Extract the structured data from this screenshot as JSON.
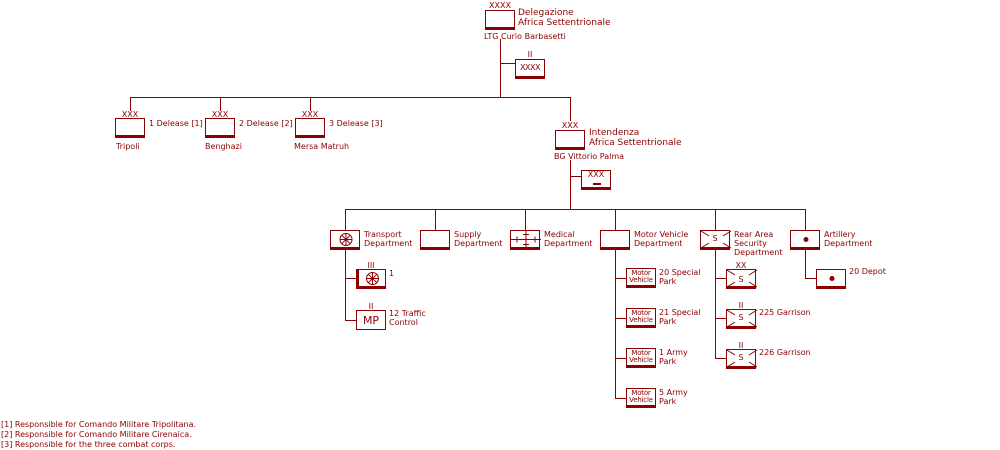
{
  "top": {
    "echelon": "XXXX",
    "name_line1": "Delegazione",
    "name_line2": "Africa Settentrionale",
    "commander": "LTG  Curio Barbasetti",
    "hq_echelon": "II",
    "hq_inner": "XXXX"
  },
  "deleases": [
    {
      "echelon": "XXX",
      "label": "1 Delease [1]",
      "place": "Tripoli"
    },
    {
      "echelon": "XXX",
      "label": "2 Delease [2]",
      "place": "Benghazi"
    },
    {
      "echelon": "XXX",
      "label": "3 Delease [3]",
      "place": "Mersa Matruh"
    }
  ],
  "intendenza": {
    "echelon": "XXX",
    "name_line1": "Intendenza",
    "name_line2": "Africa Settentrionale",
    "commander": "BG  Vittorio Palma",
    "hq_inner": "XXX"
  },
  "departments": {
    "transport": {
      "line1": "Transport",
      "line2": "Department"
    },
    "supply": {
      "line1": "Supply",
      "line2": "Department"
    },
    "medical": {
      "line1": "Medical",
      "line2": "Department"
    },
    "motor": {
      "line1": "Motor Vehicle",
      "line2": "Department"
    },
    "rear": {
      "line1": "Rear Area",
      "line2": "Security",
      "line3": "Department",
      "inner": "S"
    },
    "artillery": {
      "line1": "Artillery",
      "line2": "Department"
    }
  },
  "transport_units": [
    {
      "echelon": "III",
      "label": "1"
    },
    {
      "echelon": "II",
      "inner": "MP",
      "line1": "12 Traffic",
      "line2": "Control"
    }
  ],
  "motor_parks": [
    {
      "top": "Motor",
      "bottom": "Vehicle",
      "line1": "20 Special",
      "line2": "Park"
    },
    {
      "top": "Motor",
      "bottom": "Vehicle",
      "line1": "21 Special",
      "line2": "Park"
    },
    {
      "top": "Motor",
      "bottom": "Vehicle",
      "line1": "1 Army",
      "line2": "Park"
    },
    {
      "top": "Motor",
      "bottom": "Vehicle",
      "line1": "5 Army",
      "line2": "Park"
    }
  ],
  "rear_units": [
    {
      "echelon": "XX",
      "inner": "S",
      "label": ""
    },
    {
      "echelon": "II",
      "inner": "S",
      "label": "225 Garrison"
    },
    {
      "echelon": "II",
      "inner": "S",
      "label": "226 Garrison"
    }
  ],
  "artillery_units": [
    {
      "label": "20 Depot"
    }
  ],
  "notes": [
    "[1] Responsible for Comando Militare Tripolitana.",
    "[2] Responsible for Comando Militare Cirenaica.",
    "[3] Responsible for the three combat corps."
  ],
  "colors": {
    "primary": "#8b0000",
    "background": "#ffffff"
  }
}
